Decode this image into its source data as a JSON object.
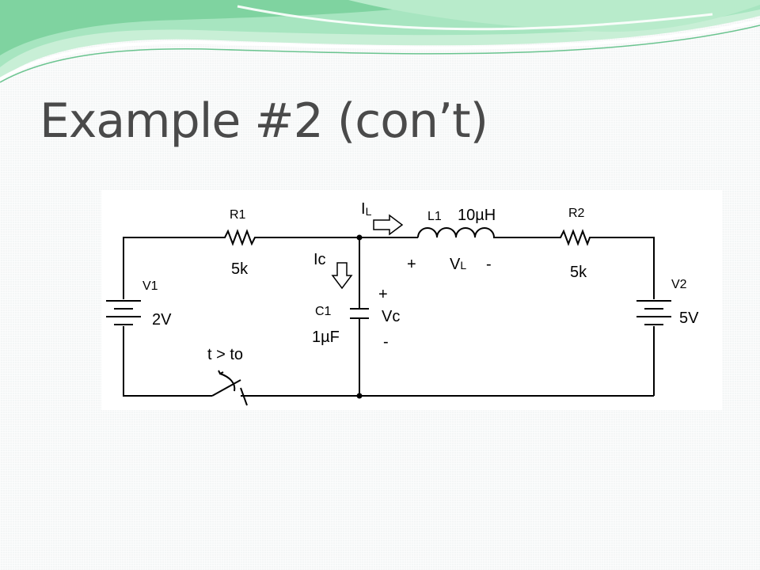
{
  "slide": {
    "title": "Example #2 (con’t)",
    "accent_colors": {
      "wave_light": "#c8efd6",
      "wave_mid": "#8fdcad",
      "wave_dark": "#4db57a"
    }
  },
  "circuit": {
    "v1": {
      "name": "V1",
      "value": "2V"
    },
    "r1": {
      "name": "R1",
      "value": "5k"
    },
    "c1": {
      "name": "C1",
      "value": "1µF",
      "current": "Ic",
      "voltage": "Vc",
      "plus": "+",
      "minus": "-"
    },
    "l1": {
      "name": "L1",
      "value": "10µH",
      "current_main": "I",
      "current_sub": "L",
      "voltage_main": "V",
      "voltage_sub": "L",
      "plus": "+",
      "minus": "-"
    },
    "r2": {
      "name": "R2",
      "value": "5k"
    },
    "v2": {
      "name": "V2",
      "value": "5V"
    },
    "switch": {
      "label": "t > to"
    }
  }
}
